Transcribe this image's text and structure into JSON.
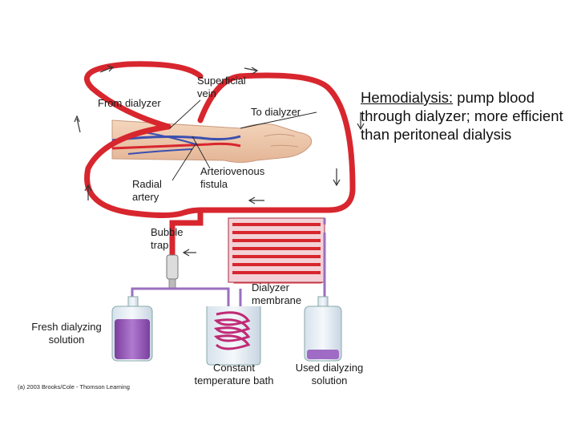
{
  "heading": {
    "term": "Hemodialysis:",
    "text": " pump blood through dialyzer; more efficient than peritoneal dialysis"
  },
  "labels": {
    "from_dialyzer": "From dialyzer",
    "superficial_vein": "Superficial\nvein",
    "to_dialyzer": "To dialyzer",
    "radial_artery": "Radial\nartery",
    "av_fistula": "Arteriovenous\nfistula",
    "bubble_trap": "Bubble\ntrap",
    "dialyzer_membrane": "Dialyzer\nmembrane",
    "fresh_solution": "Fresh dialyzing\nsolution",
    "bath": "Constant\ntemperature bath",
    "used_solution": "Used dialyzing\nsolution"
  },
  "credit": "(a) 2003 Brooks/Cole - Thomson Learning",
  "colors": {
    "blood": "#d8262e",
    "fluid": "#9a6fbf",
    "vein": "#3b4fb0"
  }
}
